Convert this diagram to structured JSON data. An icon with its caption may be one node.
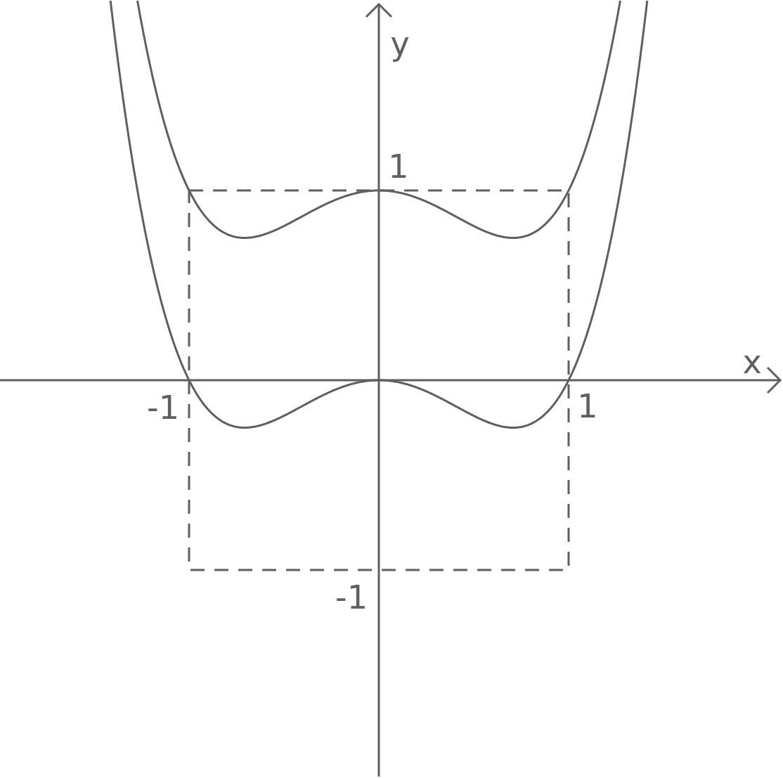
{
  "diagram": {
    "labels": [
      "y",
      "1",
      "x",
      "-1",
      "1",
      "-1"
    ]
  }
}
